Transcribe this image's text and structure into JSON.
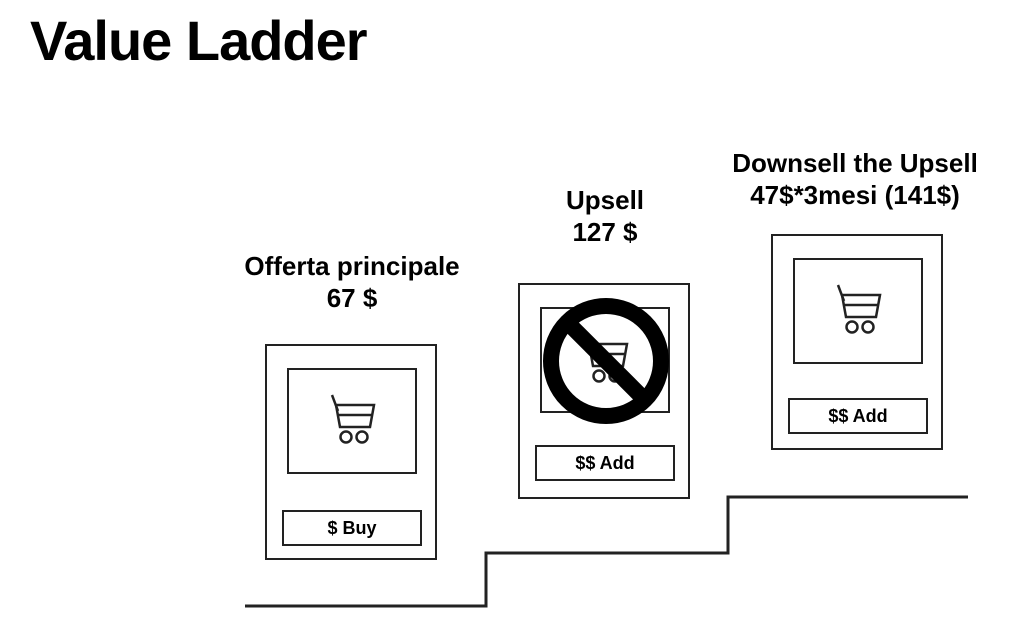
{
  "title": "Value Ladder",
  "offers": [
    {
      "name": "Offerta principale",
      "price": "67 $",
      "button": "$ Buy",
      "blocked": false,
      "icon": "cart-icon"
    },
    {
      "name": "Upsell",
      "price": "127 $",
      "button": "$$ Add",
      "blocked": true,
      "icon": "cart-icon"
    },
    {
      "name": "Downsell the Upsell",
      "price": "47$*3mesi (141$)",
      "button": "$$ Add",
      "blocked": false,
      "icon": "cart-icon"
    }
  ],
  "colors": {
    "stroke": "#222222",
    "prohibit": "#000000"
  }
}
